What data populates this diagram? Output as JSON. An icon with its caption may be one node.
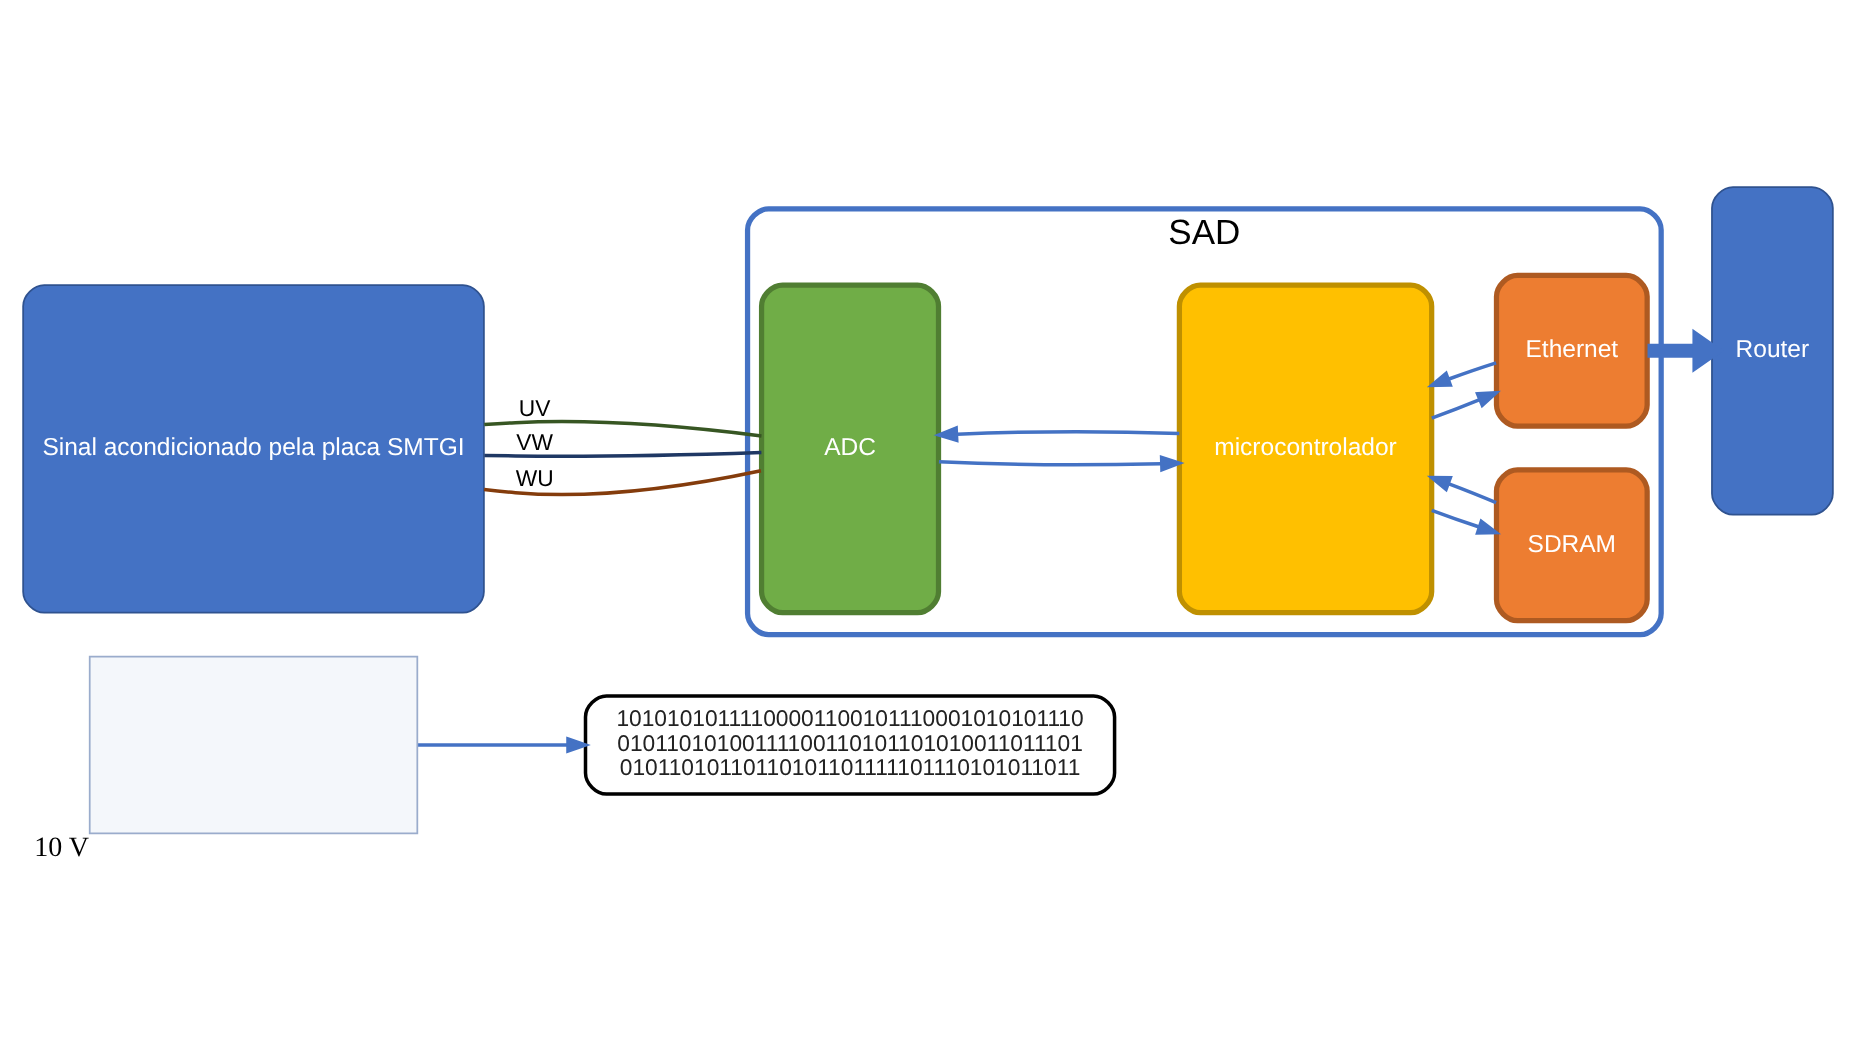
{
  "diagram": {
    "nodes": [
      {
        "text": [],
        "shape": "box",
        "beside": [
          "10 V"
        ]
      },
      {
        "text": [
          "10101010111100001100101110001010101110",
          "01011010100111100110101101010011011101",
          "01011010110110101101111101110101011011"
        ]
      },
      {
        "text": [
          "Sinal acondicionado pela placa SMTGI"
        ]
      },
      {
        "text": [
          "SAD"
        ]
      },
      {
        "text": [
          "ADC"
        ],
        "in": 3
      },
      {
        "text": [
          "microcontrolador"
        ],
        "in": 3
      },
      {
        "text": [
          "SDRAM"
        ],
        "in": 3
      },
      {
        "text": [
          "Ethernet"
        ],
        "in": 3
      },
      {
        "text": [
          "Router"
        ]
      }
    ],
    "edges": [
      {
        "from": 0,
        "to": 1,
        "arrow": "to"
      },
      {
        "from": 2,
        "to": 4,
        "arrow": "none",
        "label": "UV",
        "color": "#375623"
      },
      {
        "from": 2,
        "to": 4,
        "arrow": "none",
        "label": "VW",
        "color": "#1f3864"
      },
      {
        "from": 2,
        "to": 4,
        "arrow": "none",
        "label": "WU",
        "color": "#843c0c"
      },
      {
        "from": 5,
        "to": 4,
        "arrow": "to"
      },
      {
        "from": 4,
        "to": 5,
        "arrow": "to"
      },
      {
        "from": 6,
        "to": 5,
        "arrow": "to"
      },
      {
        "from": 5,
        "to": 6,
        "arrow": "to"
      },
      {
        "from": 7,
        "to": 5,
        "arrow": "to"
      },
      {
        "from": 5,
        "to": 7,
        "arrow": "to"
      },
      {
        "from": 7,
        "to": 8,
        "arrow": "to",
        "style": "thick"
      }
    ]
  }
}
